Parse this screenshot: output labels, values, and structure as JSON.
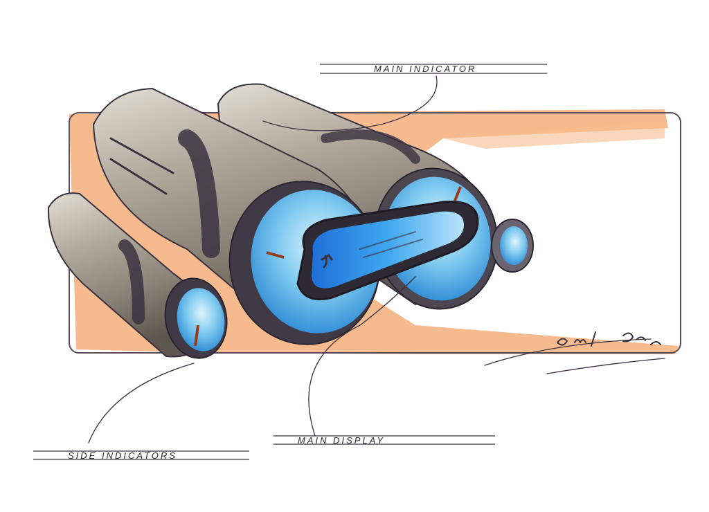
{
  "labels": {
    "main_indicator": "MAIN INDICATOR",
    "main_display": "MAIN DISPLAY",
    "side_indicators": "SIDE INDICATORS"
  },
  "colors": {
    "paper": "#ffffff",
    "marker_orange": "#f2a46a",
    "metal_light": "#c9c2b6",
    "metal_mid": "#9a9183",
    "metal_dark": "#5a534c",
    "glass_blue": "#3aa6e6",
    "glass_light": "#bfe6f7",
    "ink": "#3a3140",
    "needle": "#9b3b1e"
  },
  "signature": {
    "type": "handwritten-signature",
    "text": "~u1'2003"
  }
}
